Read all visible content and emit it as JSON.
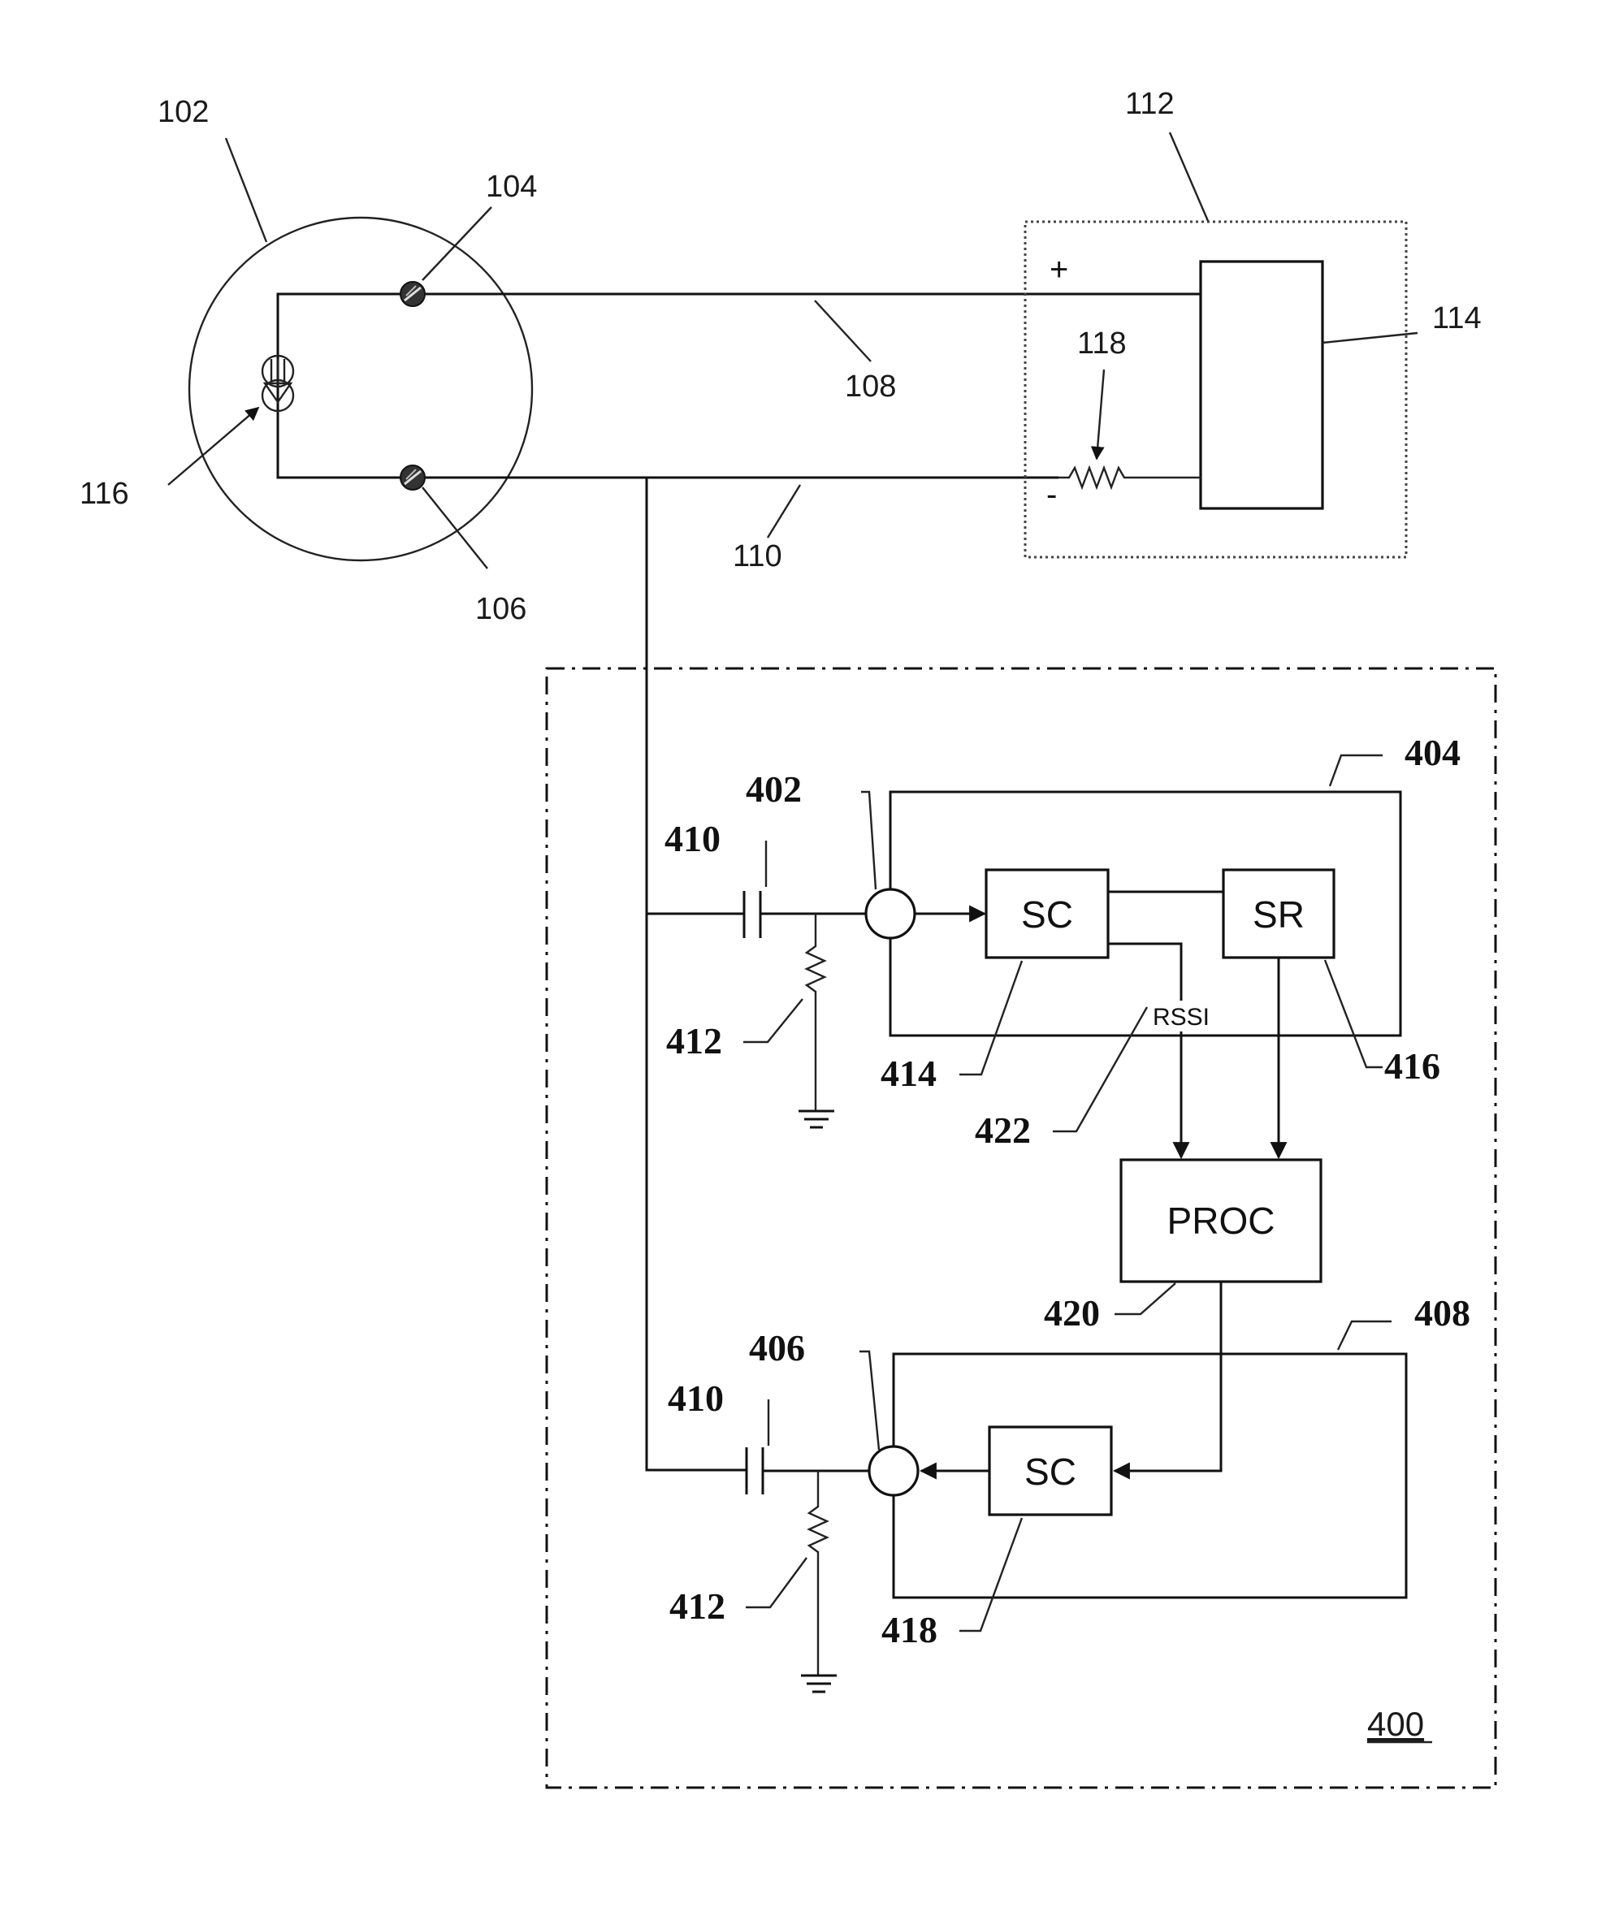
{
  "figure": {
    "top_labels": {
      "sensor": "102",
      "terminal_plus": "104",
      "terminal_minus": "106",
      "wire_plus": "108",
      "wire_minus": "110",
      "controller": "112",
      "controller_block": "114",
      "current_source": "116",
      "resistor": "118"
    },
    "controller_signs": {
      "plus": "+",
      "minus": "-"
    },
    "circuit_labels": {
      "module": "400",
      "coupler_in": "402",
      "receiver": "404",
      "coupler_out": "406",
      "transmitter": "408",
      "capacitor_upper": "410",
      "capacitor_lower": "410",
      "resistor_upper": "412",
      "resistor_lower": "412",
      "sc_upper": "414",
      "sr": "416",
      "sc_lower": "418",
      "proc": "420",
      "rssi_ref": "422"
    },
    "blocks": {
      "sc_upper": "SC",
      "sr": "SR",
      "proc": "PROC",
      "sc_lower": "SC",
      "rssi": "RSSI"
    }
  }
}
